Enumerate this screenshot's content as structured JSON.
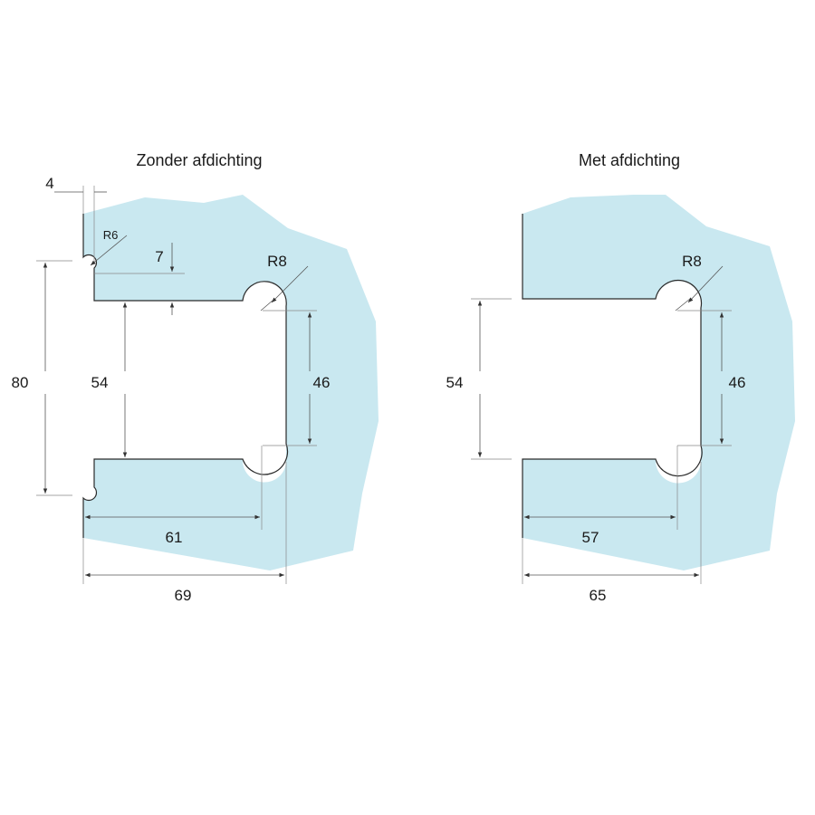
{
  "left_panel": {
    "title": "Zonder afdichting",
    "dim_top_offset": "4",
    "dim_notch_radius": "R6",
    "dim_notch_depth": "7",
    "dim_hole_radius": "R8",
    "dim_total_height": "80",
    "dim_opening_height": "54",
    "dim_inner_height": "46",
    "dim_inner_width": "61",
    "dim_outer_width": "69"
  },
  "right_panel": {
    "title": "Met afdichting",
    "dim_hole_radius": "R8",
    "dim_opening_height": "54",
    "dim_inner_height": "46",
    "dim_inner_width": "57",
    "dim_outer_width": "65"
  },
  "colors": {
    "glass": "#c9e8f0",
    "line": "#2a2a2a"
  }
}
